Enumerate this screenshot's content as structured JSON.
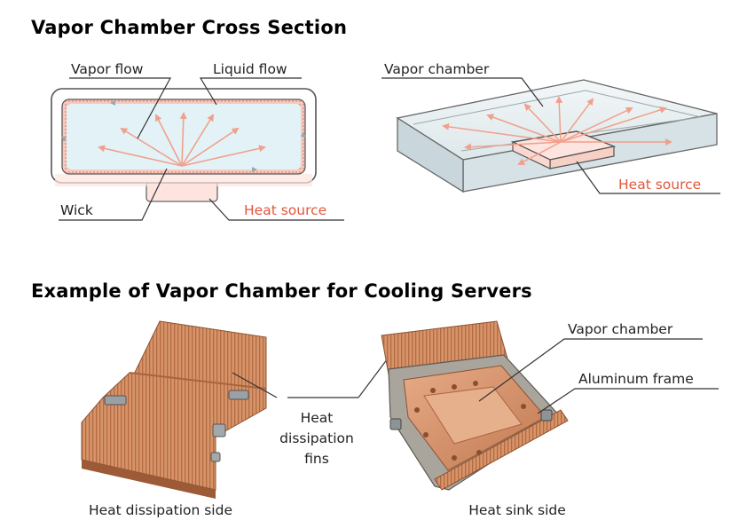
{
  "sections": {
    "cross_section_title": "Vapor Chamber Cross Section",
    "example_title": "Example of Vapor Chamber for Cooling Servers"
  },
  "cross_section": {
    "labels": {
      "vapor_flow": "Vapor flow",
      "liquid_flow": "Liquid flow",
      "wick": "Wick",
      "heat_source": "Heat source"
    }
  },
  "perspective": {
    "labels": {
      "vapor_chamber": "Vapor chamber",
      "heat_source": "Heat source"
    }
  },
  "photos": {
    "center_label": [
      "Heat",
      "dissipation",
      "fins"
    ],
    "right_labels": {
      "vapor_chamber": "Vapor chamber",
      "aluminum_frame": "Aluminum frame"
    },
    "captions": {
      "left": "Heat dissipation side",
      "right": "Heat sink side"
    }
  },
  "colors": {
    "arrow": "#f0a08c",
    "heat_source_text": "#e4553b",
    "chamber_fill": "#e3f2f7",
    "copper": "#cf8a63"
  }
}
